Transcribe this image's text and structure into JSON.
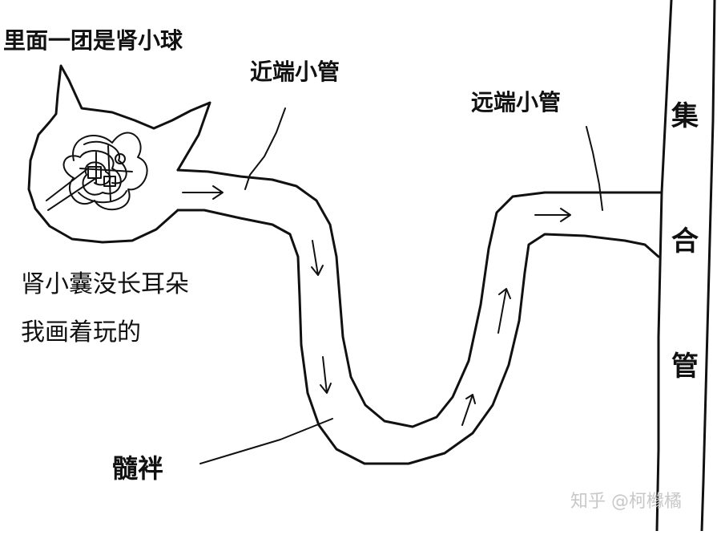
{
  "labels": {
    "glomerulus_note": "里面一团是肾小球",
    "proximal": "近端小管",
    "distal": "远端小管",
    "capsule_note_1": "肾小囊没长耳朵",
    "capsule_note_2": "我画着玩的",
    "loop": "髓袢",
    "collecting_1": "集",
    "collecting_2": "合",
    "collecting_3": "管"
  },
  "watermark": "知乎 @柯橼橘",
  "colors": {
    "ink": "#111111",
    "watermark": "#c8c8c8",
    "background": "#ffffff"
  }
}
